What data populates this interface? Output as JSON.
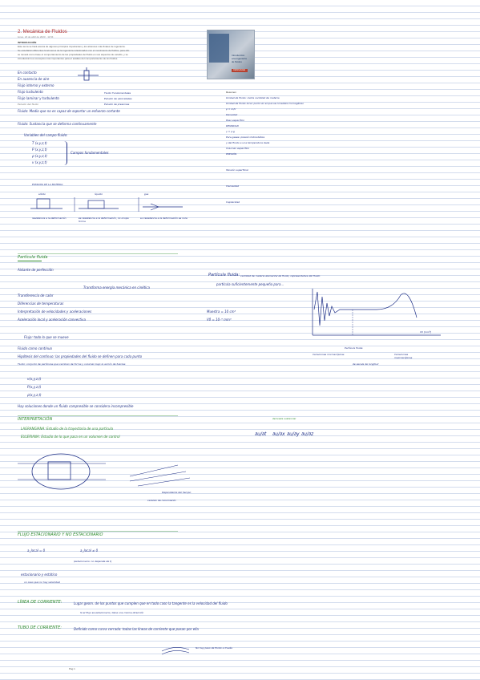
{
  "header": {
    "title": "2. Mecánica de Fluidos",
    "meta": "lunes, 24 de abril de 2023 · 11:54",
    "intro_heading": "INTRODUCCIÓN",
    "intro_lines": [
      "Este tema se hará acerca de algunos principios importantes y los alcances más finales de ingeniería.",
      "Se estudiarán diferentes fenómenos de la ingeniería relacionados con el movimiento de fluidos, para ello",
      "se tomará como base el comportamiento de las propiedades del fluido en sus aspectos de estudio, y se",
      "introducirán los conceptos más importantes para el análisis del comportamiento de los fluidos."
    ]
  },
  "book_cover": {
    "title_lines": [
      "Introducción",
      "a la ingeniería",
      "de fluidos"
    ],
    "publisher": "CENGAGE"
  },
  "left_notes": {
    "lines": [
      "En contacto",
      "En ausencia de aire",
      "Flujo interno y externo",
      "Flujo turbulento",
      "Flujo laminar y turbulento",
      "Fluido: Medio que no es capaz de soportar un esfuerzo cortante",
      "Fluido: Sustancia que se deforma continuamente",
      "Estudio del fluido",
      "Variables del campo fluido:"
    ],
    "variables": [
      "T (x,y,z,t)",
      "P (x,y,z,t)",
      "ρ (x,y,z,t)",
      "v (x,y,z,t)"
    ],
    "variables_label": "Campos fundamentales",
    "side_labels": [
      "Fluido Fundamentales",
      "Estudio de velocidades",
      "Estudio de presiones"
    ]
  },
  "states": {
    "heading": "ESTADOS DE LA MATERIA:",
    "items": [
      "sólido",
      "líquido",
      "gas"
    ],
    "captions": [
      "resistencia a la deformación",
      "es resistencia a la deformación, no ocupa forma",
      "su resistencia a la deformación es nula"
    ]
  },
  "right_notes": {
    "heading": "Resumen",
    "lines": [
      "Unidad de fluido: cierta cantidad de materia",
      "Unidad de fluido local: punto en el que se considera homogéneo",
      "ρ = m/V",
      "Densidad",
      "Peso específico",
      "DENSIDAD",
      "γ = ρ·g",
      "Para gases: presión hidrostática",
      "γ del fluido a una temperatura dada",
      "Volumen específico",
      "PRESIÓN",
      "Tensión superficial",
      "Viscosidad",
      "Capilaridad"
    ]
  },
  "section_particle": {
    "title": "Partícula fluida",
    "sub": "Aislante de perfección",
    "items": [
      "Transferencia de calor",
      "Diferencias de temperaturas",
      "Interpretación de velocidades y aceleraciones",
      "Aceleración local y aceleración convectiva"
    ],
    "note": "Flujo: todo lo que se mueve",
    "quote": "Transforma energía mecánica en cinética",
    "def_title": "Partícula fluida:",
    "def_body": "cantidad de materia elemental de fluido, representativa del fluido",
    "def_2": "partícula suficientemente pequeña para...",
    "sample": "Muestra = 10 cm³",
    "v_label": "Vδ = 10⁻⁹ mm³",
    "graph_label": "Vδ [mm³]",
    "graph_sub1": "Partícula fluida",
    "graph_sub2": "Variaciones microscópicas",
    "graph_sub3": "Variaciones macroscópicas",
    "graph_sub4": "de escala de longitud"
  },
  "section_hypothesis": {
    "title": "Fluido como continuo",
    "desc": "Hipótesis del continuo: las propiedades del fluido se definen para cada punto",
    "desc2": "Fluido: conjunto de partículas que cambian de forma y volumen bajo la acción de fuerzas",
    "vars": [
      "v(x,y,z,t)",
      "P(x,y,z,t)",
      "ρ(x,y,z,t)"
    ],
    "conclusion": "Hay soluciones donde un fluido compresible se considera incompresible"
  },
  "section_interp": {
    "title": "INTERPRETACIÓN",
    "items": [
      "LAGRANGIANA: Estudio de la trayectoria de una partícula",
      "EULERIANA: Estudio de lo que pasa en un volumen de control"
    ],
    "eq_label": "derivada sustancial",
    "eq_parts": [
      "∂u/∂t",
      "∂u/∂x",
      "∂u/∂y",
      "∂u/∂z"
    ],
    "small1": "Dependiente del tiempo",
    "small2": "carecen de movimiento"
  },
  "section_flow": {
    "title": "FLUJO ESTACIONARIO Y NO ESTACIONARIO",
    "lines": [
      "a_local = 0",
      "a_local ≠ 0",
      "(estacionario: no depende de t)"
    ],
    "note": "estacionario y estático",
    "note2": "un caso que no hay velocidad",
    "streamline_title": "LÍNEA DE CORRIENTE:",
    "streamline_body": "Lugar geom. de los puntos que cumplen que en todo caso la tangente es la velocidad del fluido",
    "streamline_note": "Si el flujo es estacionario, tiene una misma dirección",
    "tube_title": "TUBO DE CORRIENTE:",
    "tube_body": "Definido como curva cerrada: todas las líneas de corriente que pasan por ella",
    "footer_note": "No hay paso de fluido a través"
  },
  "page_number": "Pag 1"
}
